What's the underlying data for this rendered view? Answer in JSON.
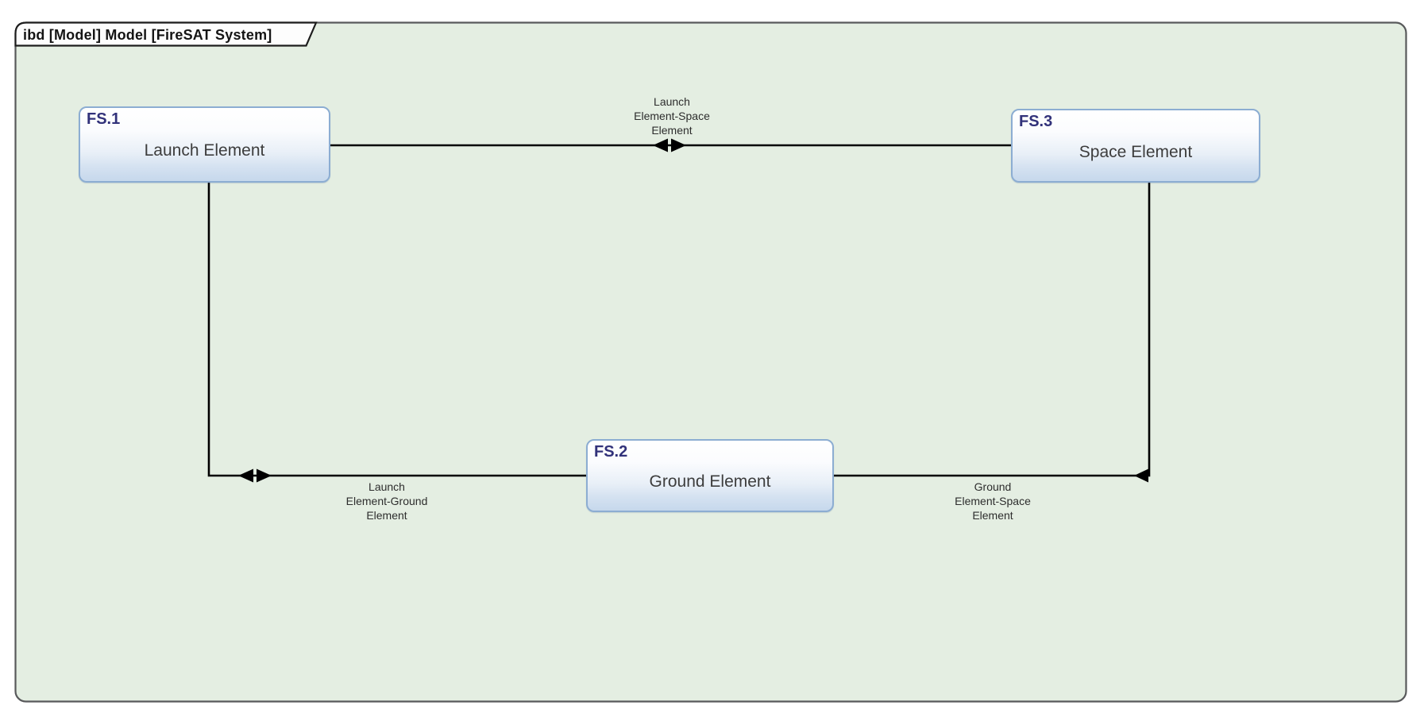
{
  "diagram": {
    "frame_title": "ibd [Model] Model [FireSAT System]",
    "blocks": [
      {
        "id": "FS.1",
        "name": "Launch Element"
      },
      {
        "id": "FS.2",
        "name": "Ground Element"
      },
      {
        "id": "FS.3",
        "name": "Space Element"
      }
    ],
    "connectors": [
      {
        "name": "launch-element-space-element",
        "label": "Launch\nElement-Space\nElement",
        "flow": "bidirectional"
      },
      {
        "name": "launch-element-ground-element",
        "label": "Launch\nElement-Ground\nElement",
        "flow": "bidirectional"
      },
      {
        "name": "ground-element-space-element",
        "label": "Ground\nElement-Space\nElement",
        "flow": "unidirectional-toward-ground-element"
      }
    ],
    "colors": {
      "canvas_background": "#ffffff",
      "frame_fill": "#e4eee2",
      "frame_border": "#58595b",
      "tab_fill": "#fdfdfd",
      "tab_border": "#1d1d1d",
      "block_fill_top": "#ffffff",
      "block_fill_bottom": "#c6d8ec",
      "block_border": "#8cadd2",
      "block_id_text": "#32327a",
      "block_name_text": "#3d3d3d",
      "connector": "#000000",
      "label_text": "#2d2d2d"
    }
  }
}
